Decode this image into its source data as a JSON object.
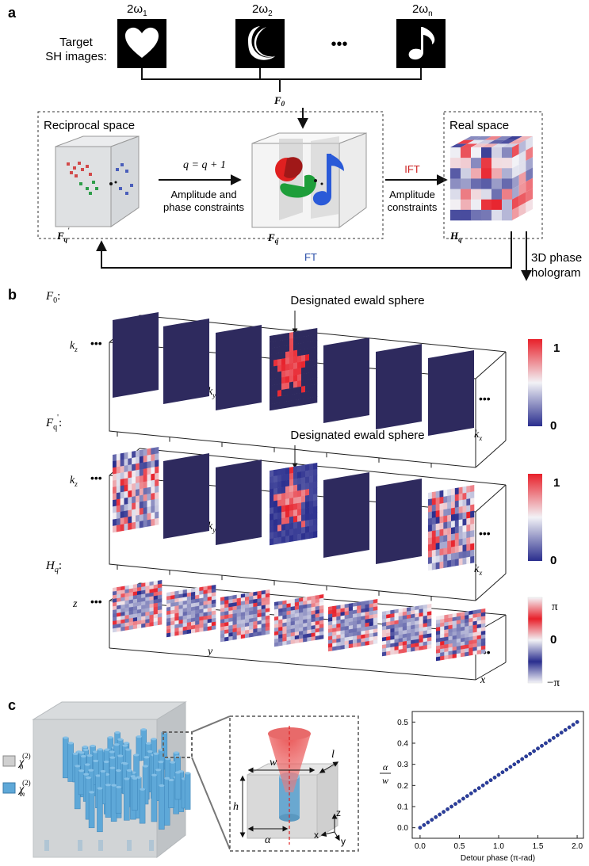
{
  "panel_a": {
    "letter": "a",
    "target_label_1": "Target",
    "target_label_2": "SH images:",
    "freq_labels": [
      "2ω",
      "2ω",
      "2ω"
    ],
    "freq_subs": [
      "1",
      "2",
      "n"
    ],
    "ellipsis": "•••",
    "f0_label": "F",
    "f0_sub": "0",
    "reciprocal_label": "Reciprocal space",
    "real_label": "Real space",
    "iter_eq": "q = q + 1",
    "constraint_1": "Amplitude and",
    "constraint_2": "phase constraints",
    "ift_label": "IFT",
    "amp_1": "Amplitude",
    "amp_2": "constraints",
    "fq_prime": "F",
    "fq_prime_sub": "q",
    "fq_prime_mark": "'",
    "fq": "F",
    "fq_sub": "q",
    "hq": "H",
    "hq_sub": "q",
    "ft_label": "FT",
    "hologram_1": "3D phase",
    "hologram_2": "hologram"
  },
  "panel_b": {
    "letter": "b",
    "row1_label": "F",
    "row1_sub": "0",
    "row2_label": "F",
    "row2_sub": "q",
    "row3_label": "H",
    "row3_sub": "q",
    "prime_mark": "'",
    "colon": ":",
    "kz": "k",
    "kz_sub": "z",
    "ky": "k",
    "ky_sub": "y",
    "kx": "k",
    "kx_sub": "x",
    "z": "z",
    "y": "y",
    "x": "x",
    "ewald": "Designated ewald sphere",
    "dots": "•••",
    "cb1_top": "1",
    "cb1_bot": "0",
    "cb2_top": "1",
    "cb2_bot": "0",
    "cb3_top": "π",
    "cb3_mid": "0",
    "cb3_bot": "−π"
  },
  "panel_c": {
    "letter": "c",
    "chi0": "χ",
    "chi0_sub": "0",
    "chi0_sup": "(2)",
    "chim": "χ",
    "chim_sub": "m",
    "chim_sup": "(2)",
    "w": "w",
    "l": "l",
    "h": "h",
    "alpha": "α",
    "axis_z": "z",
    "axis_x": "x",
    "axis_y": "y"
  },
  "colors": {
    "dark_navy": "#2e2a5e",
    "red": "#e8202a",
    "blue": "#2a3e9e",
    "green": "#1e9e3a",
    "cyl_blue": "#5ea8d8",
    "cube_gray": "#c9cdd0",
    "ift_red": "#cc2222",
    "ft_blue": "#2a4ea8"
  },
  "chart_data": {
    "type": "scatter",
    "title": "",
    "xlabel": "Detour phase (π-rad)",
    "ylabel": "α / w",
    "ylabel_num": "α",
    "ylabel_den": "w",
    "xlim": [
      -0.1,
      2.08
    ],
    "ylim": [
      -0.05,
      0.55
    ],
    "xticks": [
      "0.0",
      "0.5",
      "1.0",
      "1.5",
      "2.0"
    ],
    "yticks": [
      "0.0",
      "0.1",
      "0.2",
      "0.3",
      "0.4",
      "0.5"
    ],
    "xtick_values": [
      0,
      0.5,
      1.0,
      1.5,
      2.0
    ],
    "ytick_values": [
      0,
      0.1,
      0.2,
      0.3,
      0.4,
      0.5
    ],
    "x": [
      0.0,
      0.05,
      0.1,
      0.15,
      0.2,
      0.25,
      0.3,
      0.35,
      0.4,
      0.45,
      0.5,
      0.55,
      0.6,
      0.65,
      0.7,
      0.75,
      0.8,
      0.85,
      0.9,
      0.95,
      1.0,
      1.05,
      1.1,
      1.15,
      1.2,
      1.25,
      1.3,
      1.35,
      1.4,
      1.45,
      1.5,
      1.55,
      1.6,
      1.65,
      1.7,
      1.75,
      1.8,
      1.85,
      1.9,
      1.95,
      2.0
    ],
    "y": [
      0.0,
      0.0125,
      0.025,
      0.0375,
      0.05,
      0.0625,
      0.075,
      0.0875,
      0.1,
      0.1125,
      0.125,
      0.1375,
      0.15,
      0.1625,
      0.175,
      0.1875,
      0.2,
      0.2125,
      0.225,
      0.2375,
      0.25,
      0.2625,
      0.275,
      0.2875,
      0.3,
      0.3125,
      0.325,
      0.3375,
      0.35,
      0.3625,
      0.375,
      0.3875,
      0.4,
      0.4125,
      0.425,
      0.4375,
      0.45,
      0.4625,
      0.475,
      0.4875,
      0.5
    ],
    "grid": false,
    "marker_color": "#2a3e9e"
  }
}
